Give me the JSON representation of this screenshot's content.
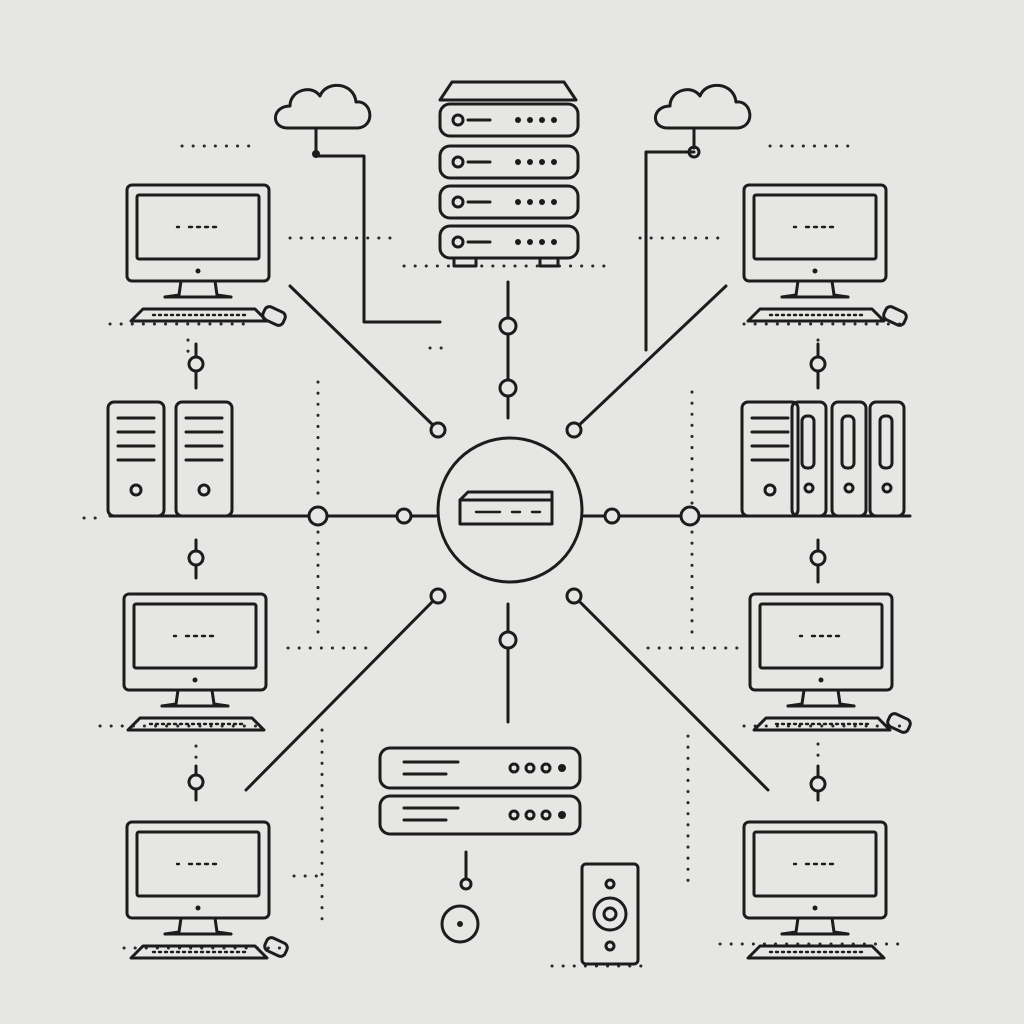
{
  "diagram": {
    "type": "network-topology",
    "style": "monochrome line art",
    "colors": {
      "background": "#e6e6e4",
      "ink": "#1c1c1c"
    },
    "center": {
      "icon": "router-icon",
      "label": ""
    },
    "nodes": [
      {
        "id": "cloud-left",
        "icon": "cloud-icon"
      },
      {
        "id": "server-rack-top",
        "icon": "server-rack-icon"
      },
      {
        "id": "cloud-right",
        "icon": "cloud-icon"
      },
      {
        "id": "desktop-top-left",
        "icon": "desktop-computer-icon"
      },
      {
        "id": "desktop-top-right",
        "icon": "desktop-computer-icon"
      },
      {
        "id": "tower-servers-left",
        "icon": "tower-server-icon"
      },
      {
        "id": "tower-servers-right",
        "icon": "tower-server-icon"
      },
      {
        "id": "desktop-mid-left",
        "icon": "desktop-computer-icon"
      },
      {
        "id": "desktop-mid-right",
        "icon": "desktop-computer-icon"
      },
      {
        "id": "desktop-bottom-left",
        "icon": "desktop-computer-icon"
      },
      {
        "id": "desktop-bottom-right",
        "icon": "desktop-computer-icon"
      },
      {
        "id": "server-units-bottom",
        "icon": "server-rack-icon"
      },
      {
        "id": "disc-bottom",
        "icon": "disc-icon"
      },
      {
        "id": "speaker-bottom",
        "icon": "speaker-icon"
      }
    ]
  }
}
